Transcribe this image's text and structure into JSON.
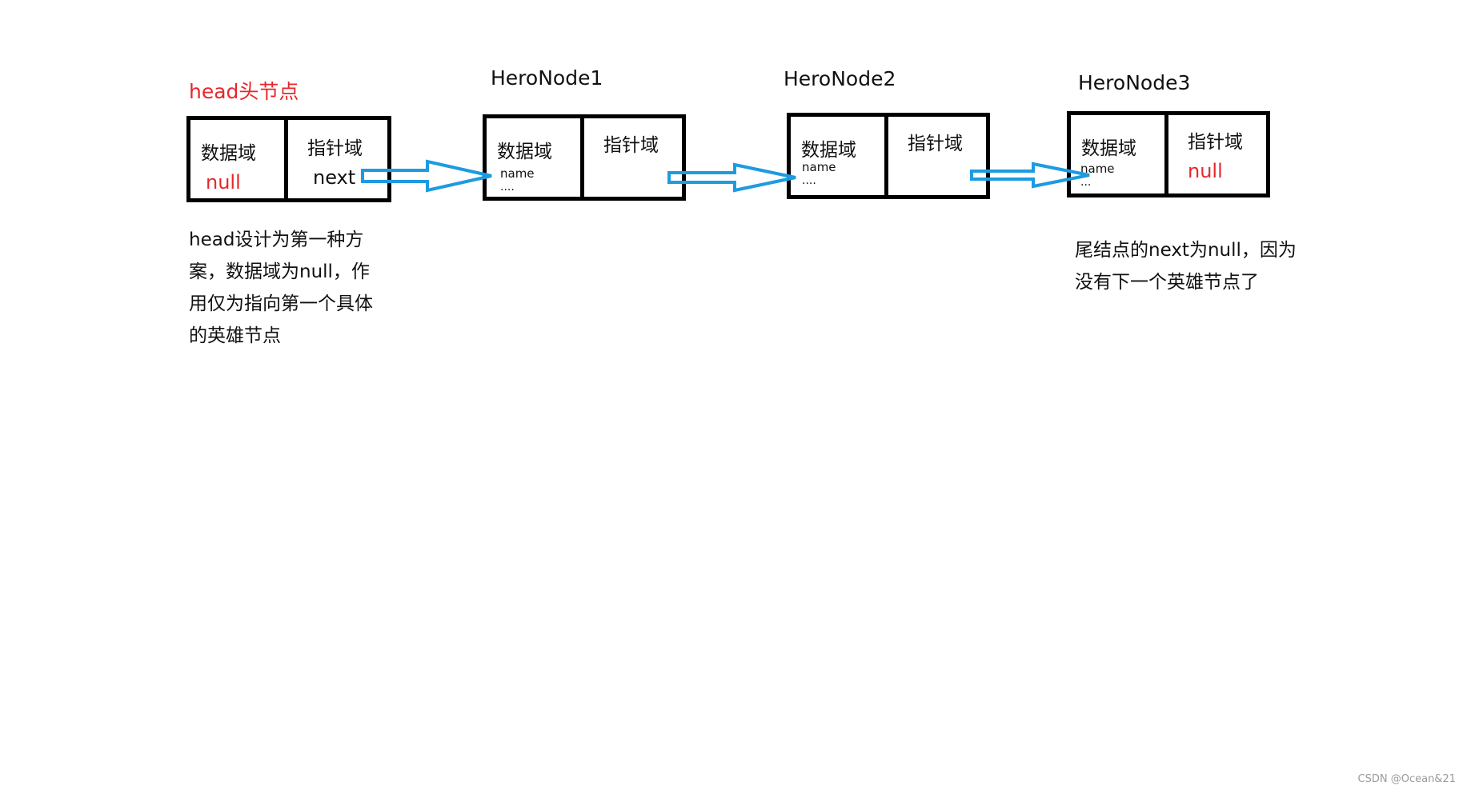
{
  "head": {
    "title": "head头节点",
    "data_label": "数据域",
    "data_value": "null",
    "pointer_label": "指针域",
    "pointer_value": "next",
    "note": "head设计为第一种方案，数据域为null，作用仅为指向第一个具体的英雄节点"
  },
  "nodes": [
    {
      "title": "HeroNode1",
      "data_label": "数据域",
      "field": "name",
      "more": "....",
      "pointer_label": "指针域",
      "pointer_value": ""
    },
    {
      "title": "HeroNode2",
      "data_label": "数据域",
      "field": "name",
      "more": "....",
      "pointer_label": "指针域",
      "pointer_value": ""
    },
    {
      "title": "HeroNode3",
      "data_label": "数据域",
      "field": "name",
      "more": "...",
      "pointer_label": "指针域",
      "pointer_value": "null"
    }
  ],
  "tail_note": "尾结点的next为null，因为没有下一个英雄节点了",
  "watermark": "CSDN @Ocean&21",
  "colors": {
    "highlight": "#e8262a",
    "arrow": "#1e9be0",
    "box_border": "#000000"
  }
}
